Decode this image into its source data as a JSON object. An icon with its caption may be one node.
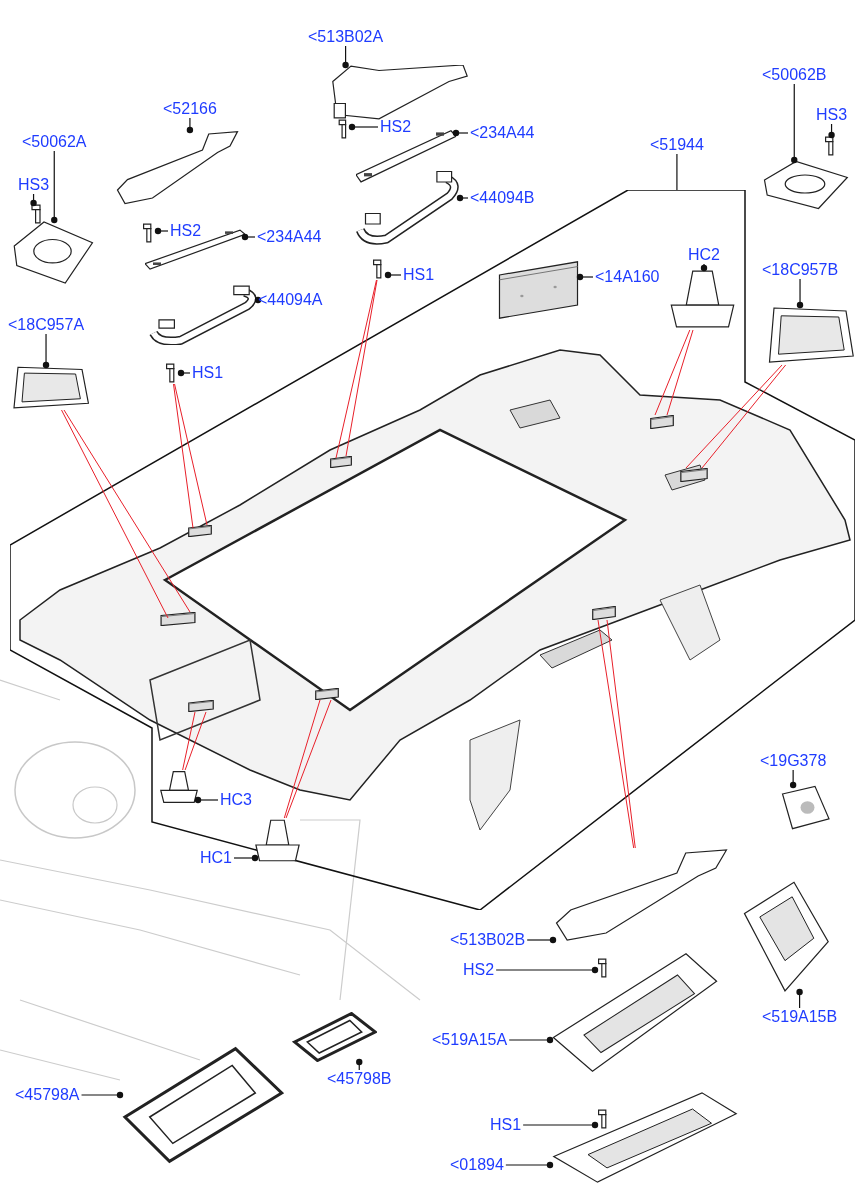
{
  "diagram": {
    "nodes": [
      {
        "text": [
          "<513B02A"
        ]
      },
      {
        "text": [],
        "shape": "picture"
      },
      {
        "text": [
          "<52166"
        ]
      },
      {
        "text": [],
        "shape": "picture"
      },
      {
        "text": [
          "<50062A"
        ]
      },
      {
        "text": [],
        "shape": "picture"
      },
      {
        "text": [
          "HS3"
        ]
      },
      {
        "text": [],
        "shape": "picture"
      },
      {
        "text": [
          "HS2"
        ]
      },
      {
        "text": [],
        "shape": "picture"
      },
      {
        "text": [
          "<234A44"
        ]
      },
      {
        "text": [],
        "shape": "picture"
      },
      {
        "text": [
          "<44094A"
        ]
      },
      {
        "text": [],
        "shape": "picture"
      },
      {
        "text": [
          "<18C957A"
        ]
      },
      {
        "text": [],
        "shape": "picture"
      },
      {
        "text": [
          "HS1"
        ]
      },
      {
        "text": [],
        "shape": "picture"
      },
      {
        "text": [
          "HS2"
        ]
      },
      {
        "text": [],
        "shape": "picture"
      },
      {
        "text": [
          "<234A44"
        ]
      },
      {
        "text": [],
        "shape": "picture"
      },
      {
        "text": [
          "<44094B"
        ]
      },
      {
        "text": [],
        "shape": "picture"
      },
      {
        "text": [
          "HS1"
        ]
      },
      {
        "text": [],
        "shape": "picture"
      },
      {
        "text": [
          "<14A160"
        ],
        "in": 29
      },
      {
        "text": [],
        "shape": "picture",
        "in": 29
      },
      {
        "text": [
          "<51944"
        ]
      },
      {
        "text": [],
        "shape": "picture"
      },
      {
        "text": [
          "<50062B"
        ]
      },
      {
        "text": [],
        "shape": "picture"
      },
      {
        "text": [
          "HS3"
        ]
      },
      {
        "text": [],
        "shape": "picture"
      },
      {
        "text": [
          "HC2"
        ],
        "in": 29
      },
      {
        "text": [],
        "shape": "picture",
        "in": 29
      },
      {
        "text": [
          "<18C957B"
        ]
      },
      {
        "text": [],
        "shape": "picture"
      },
      {
        "text": [
          "HC3"
        ],
        "in": 29
      },
      {
        "text": [],
        "shape": "picture",
        "in": 29
      },
      {
        "text": [
          "HC1"
        ]
      },
      {
        "text": [],
        "shape": "picture",
        "in": 29
      },
      {
        "text": [
          "<19G378"
        ]
      },
      {
        "text": [],
        "shape": "picture"
      },
      {
        "text": [
          "<513B02B"
        ]
      },
      {
        "text": [],
        "shape": "picture"
      },
      {
        "text": [
          "HS2"
        ]
      },
      {
        "text": [],
        "shape": "picture"
      },
      {
        "text": [
          "<519A15B"
        ]
      },
      {
        "text": [],
        "shape": "picture"
      },
      {
        "text": [
          "<519A15A"
        ]
      },
      {
        "text": [],
        "shape": "picture"
      },
      {
        "text": [
          "<45798A"
        ]
      },
      {
        "text": [],
        "shape": "picture"
      },
      {
        "text": [
          "<45798B"
        ]
      },
      {
        "text": [],
        "shape": "picture"
      },
      {
        "text": [
          "HS1"
        ]
      },
      {
        "text": [],
        "shape": "picture"
      },
      {
        "text": [
          "<01894"
        ]
      },
      {
        "text": [],
        "shape": "picture"
      },
      {
        "text": [],
        "shape": "box",
        "in": 29
      },
      {
        "text": [],
        "shape": "box",
        "in": 29
      },
      {
        "text": [],
        "shape": "box",
        "in": 29
      },
      {
        "text": [],
        "shape": "box",
        "in": 29
      },
      {
        "text": [],
        "shape": "box",
        "in": 29
      },
      {
        "text": [],
        "shape": "box",
        "in": 29
      },
      {
        "text": [],
        "shape": "box",
        "in": 29
      },
      {
        "text": [],
        "shape": "box",
        "in": 29
      }
    ],
    "edges": [
      {
        "from": 0,
        "to": 1,
        "arrow": "other"
      },
      {
        "from": 2,
        "to": 3,
        "arrow": "other"
      },
      {
        "from": 4,
        "to": 5,
        "arrow": "other"
      },
      {
        "from": 6,
        "to": 7,
        "arrow": "other"
      },
      {
        "from": 8,
        "to": 9,
        "arrow": "other"
      },
      {
        "from": 10,
        "to": 11,
        "arrow": "other"
      },
      {
        "from": 12,
        "to": 13,
        "arrow": "other"
      },
      {
        "from": 14,
        "to": 15,
        "arrow": "other"
      },
      {
        "from": 16,
        "to": 17,
        "arrow": "other"
      },
      {
        "from": 18,
        "to": 19,
        "arrow": "other"
      },
      {
        "from": 20,
        "to": 21,
        "arrow": "other"
      },
      {
        "from": 22,
        "to": 23,
        "arrow": "other"
      },
      {
        "from": 24,
        "to": 25,
        "arrow": "other"
      },
      {
        "from": 26,
        "to": 27,
        "arrow": "other"
      },
      {
        "from": 28,
        "to": 29,
        "arrow": "none"
      },
      {
        "from": 30,
        "to": 31,
        "arrow": "other"
      },
      {
        "from": 32,
        "to": 33,
        "arrow": "other"
      },
      {
        "from": 34,
        "to": 35,
        "arrow": "other"
      },
      {
        "from": 36,
        "to": 37,
        "arrow": "other"
      },
      {
        "from": 38,
        "to": 39,
        "arrow": "other"
      },
      {
        "from": 40,
        "to": 41,
        "arrow": "other"
      },
      {
        "from": 42,
        "to": 43,
        "arrow": "other"
      },
      {
        "from": 44,
        "to": 45,
        "arrow": "other"
      },
      {
        "from": 46,
        "to": 47,
        "arrow": "other"
      },
      {
        "from": 48,
        "to": 49,
        "arrow": "other"
      },
      {
        "from": 50,
        "to": 51,
        "arrow": "other"
      },
      {
        "from": 52,
        "to": 53,
        "arrow": "other"
      },
      {
        "from": 54,
        "to": 55,
        "arrow": "other"
      },
      {
        "from": 56,
        "to": 57,
        "arrow": "other"
      },
      {
        "from": 58,
        "to": 59,
        "arrow": "other"
      },
      {
        "from": 15,
        "to": 60,
        "arrow": "none",
        "color": "#e8202a"
      },
      {
        "from": 15,
        "to": 60,
        "arrow": "none",
        "color": "#e8202a"
      },
      {
        "from": 17,
        "to": 61,
        "arrow": "none",
        "color": "#e8202a"
      },
      {
        "from": 17,
        "to": 61,
        "arrow": "none",
        "color": "#e8202a"
      },
      {
        "from": 25,
        "to": 62,
        "arrow": "none",
        "color": "#e8202a"
      },
      {
        "from": 25,
        "to": 62,
        "arrow": "none",
        "color": "#e8202a"
      },
      {
        "from": 35,
        "to": 63,
        "arrow": "none",
        "color": "#e8202a"
      },
      {
        "from": 35,
        "to": 63,
        "arrow": "none",
        "color": "#e8202a"
      },
      {
        "from": 37,
        "to": 64,
        "arrow": "none",
        "color": "#e8202a"
      },
      {
        "from": 37,
        "to": 64,
        "arrow": "none",
        "color": "#e8202a"
      },
      {
        "from": 45,
        "to": 65,
        "arrow": "none",
        "color": "#e8202a"
      },
      {
        "from": 45,
        "to": 65,
        "arrow": "none",
        "color": "#e8202a"
      },
      {
        "from": 39,
        "to": 66,
        "arrow": "none",
        "color": "#e8202a"
      },
      {
        "from": 39,
        "to": 66,
        "arrow": "none",
        "color": "#e8202a"
      },
      {
        "from": 41,
        "to": 67,
        "arrow": "none",
        "color": "#e8202a"
      },
      {
        "from": 41,
        "to": 67,
        "arrow": "none",
        "color": "#e8202a"
      }
    ]
  }
}
